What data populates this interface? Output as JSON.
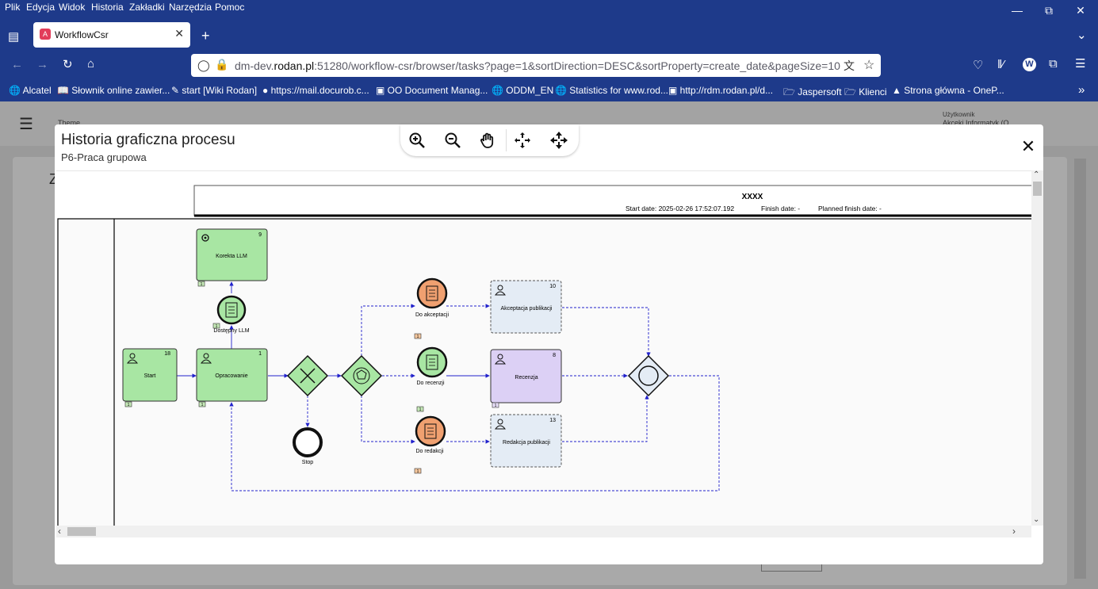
{
  "menu": [
    "Plik",
    "Edycja",
    "Widok",
    "Historia",
    "Zakładki",
    "Narzędzia",
    "Pomoc"
  ],
  "menu_underline": [
    "P",
    "E",
    "W",
    "H",
    "Z",
    "N",
    "c"
  ],
  "tab": {
    "title": "WorkflowCsr"
  },
  "url": {
    "prefix": "dm-dev.",
    "domain": "rodan.pl",
    "rest": ":51280/workflow-csr/browser/tasks?page=1&sortDirection=DESC&sortProperty=create_date&pageSize=10"
  },
  "bookmarks": [
    "Alcatel",
    "Słownik online zawier...",
    "start [Wiki Rodan]",
    "https://mail.docurob.c...",
    "OO Document Manag...",
    "ODDM_EN",
    "Statistics for www.rod...",
    "http://rdm.rodan.pl/d...",
    "Jaspersoft",
    "Klienci",
    "Strona główna - OneP..."
  ],
  "page": {
    "theme_label": "Theme",
    "user_label": "Użytkownik",
    "user_value": "Akceki Informatyk (O...",
    "left_char": "Z"
  },
  "dialog": {
    "title": "Historia graficzna procesu",
    "subtitle": "P6-Praca grupowa"
  },
  "diagram": {
    "header_title": "XXXX",
    "start_date": "Start date: 2025-02-26 17:52:07.192",
    "finish_date": "Finish date: -",
    "planned_finish": "Planned finish date: -",
    "tasks": {
      "korekta": {
        "label": "Korekta LLM",
        "num": "9"
      },
      "start": {
        "label": "Start",
        "num": "18"
      },
      "opracowanie": {
        "label": "Opracowanie",
        "num": "1"
      },
      "akceptacja": {
        "label": "Akceptacja publikacji",
        "num": "10"
      },
      "recenzja": {
        "label": "Recenzja",
        "num": "8"
      },
      "redakcja": {
        "label": "Redakcja publikacji",
        "num": "13"
      }
    },
    "events": {
      "dostepny": "Dostępny LLM",
      "akceptacji": "Do akceptacji",
      "recenzji": "Do recenzji",
      "redakcji": "Do redakcji",
      "stop": "Stop"
    },
    "counter": "1",
    "colors": {
      "green": "#a8e6a3",
      "purple": "#dcd0f5",
      "lightblue": "#e4ecf5",
      "orange": "#f0a070",
      "flow": "#2222cc"
    }
  }
}
